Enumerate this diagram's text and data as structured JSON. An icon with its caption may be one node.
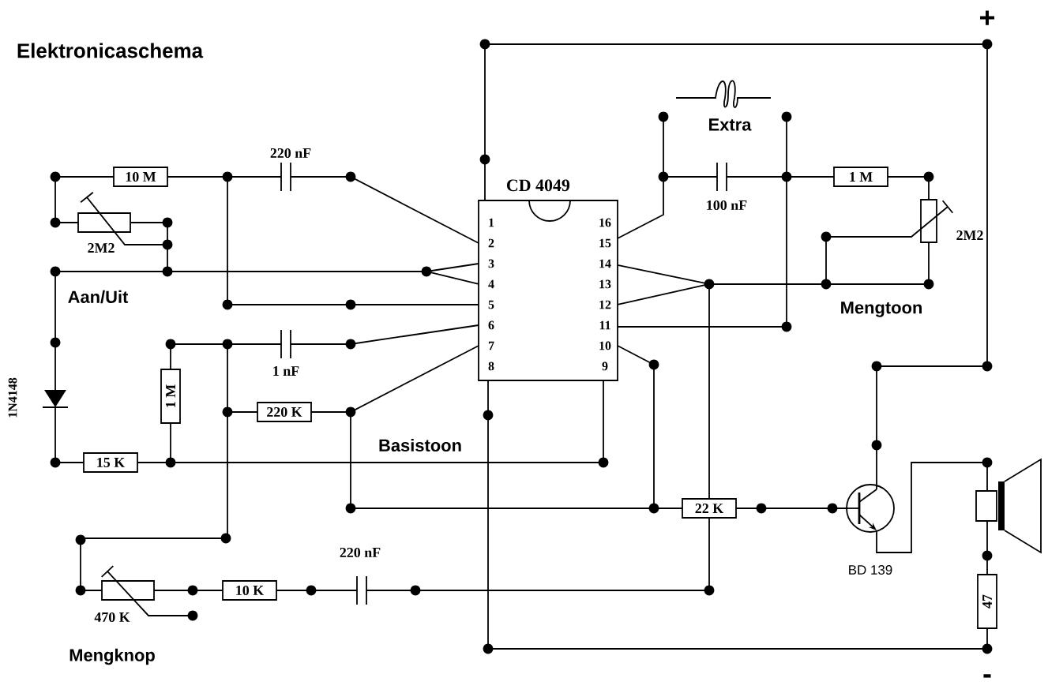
{
  "diagram": {
    "title": "Elektronicaschema",
    "labels": [
      "+",
      "220 nF",
      "Extra",
      "10 M",
      "1 M",
      "CD 4049",
      "100 nF",
      "1",
      "2",
      "3",
      "4",
      "5",
      "6",
      "7",
      "8",
      "16",
      "15",
      "14",
      "13",
      "12",
      "11",
      "10",
      "9",
      "2M2",
      "2M2",
      "Aan/Uit",
      "Mengtoon",
      "1 nF",
      "1N4148",
      "1 M",
      "220 K",
      "Basistoon",
      "15 K",
      "22 K",
      "BD 139",
      "220 nF",
      "470 K",
      "10 K",
      "47",
      "Mengknop",
      "-"
    ]
  }
}
